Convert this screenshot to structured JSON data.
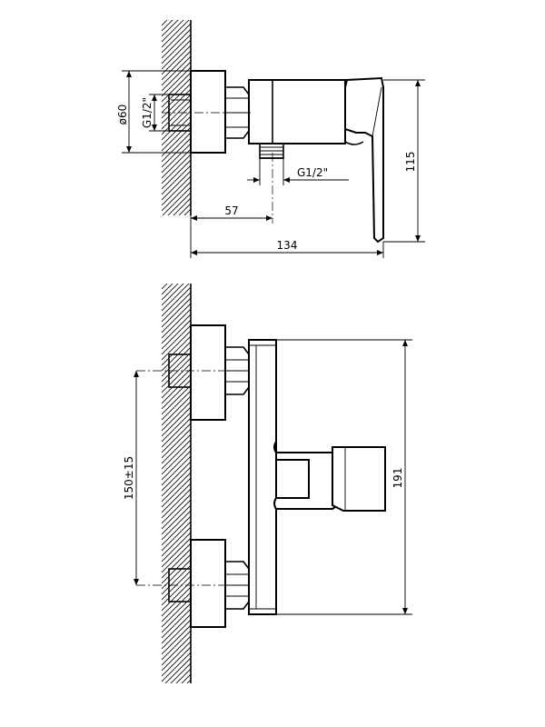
{
  "top_view": {
    "diameter_label": "ø60",
    "wall_thread_label": "G1/2\"",
    "outlet_thread_label": "G1/2\"",
    "dim_wall_to_outlet": "57",
    "dim_total_depth": "134",
    "dim_height": "115"
  },
  "front_view": {
    "dim_center_distance": "150±15",
    "dim_total_height": "191"
  }
}
